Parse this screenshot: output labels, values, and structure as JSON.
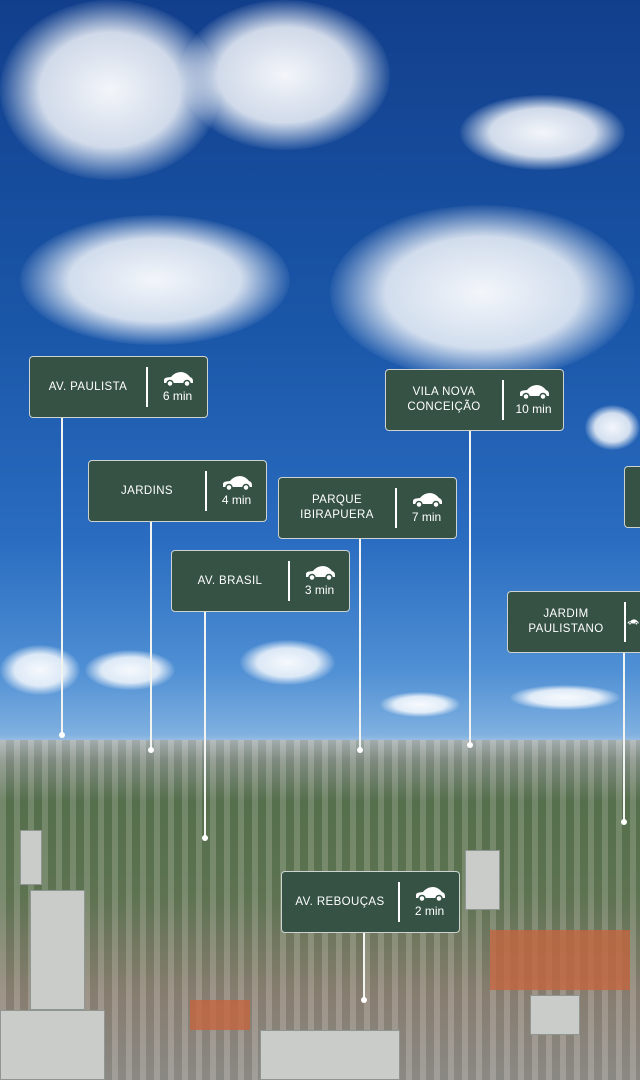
{
  "locations": [
    {
      "name": "AV. PAULISTA",
      "time": "6 min",
      "icon": "car-icon"
    },
    {
      "name": "JARDINS",
      "time": "4 min",
      "icon": "car-icon"
    },
    {
      "name": "AV. BRASIL",
      "time": "3 min",
      "icon": "car-icon"
    },
    {
      "name": "PARQUE IBIRAPUERA",
      "time": "7 min",
      "icon": "car-icon"
    },
    {
      "name": "VILA NOVA CONCEIÇÃO",
      "time": "10 min",
      "icon": "car-icon"
    },
    {
      "name": "JARDIM PAULISTANO",
      "icon": "car-icon"
    },
    {
      "name": "AV. REBOUÇAS",
      "time": "2 min",
      "icon": "car-icon"
    }
  ],
  "colors": {
    "label_bg": "#355244",
    "sky": "#1a56a8"
  }
}
